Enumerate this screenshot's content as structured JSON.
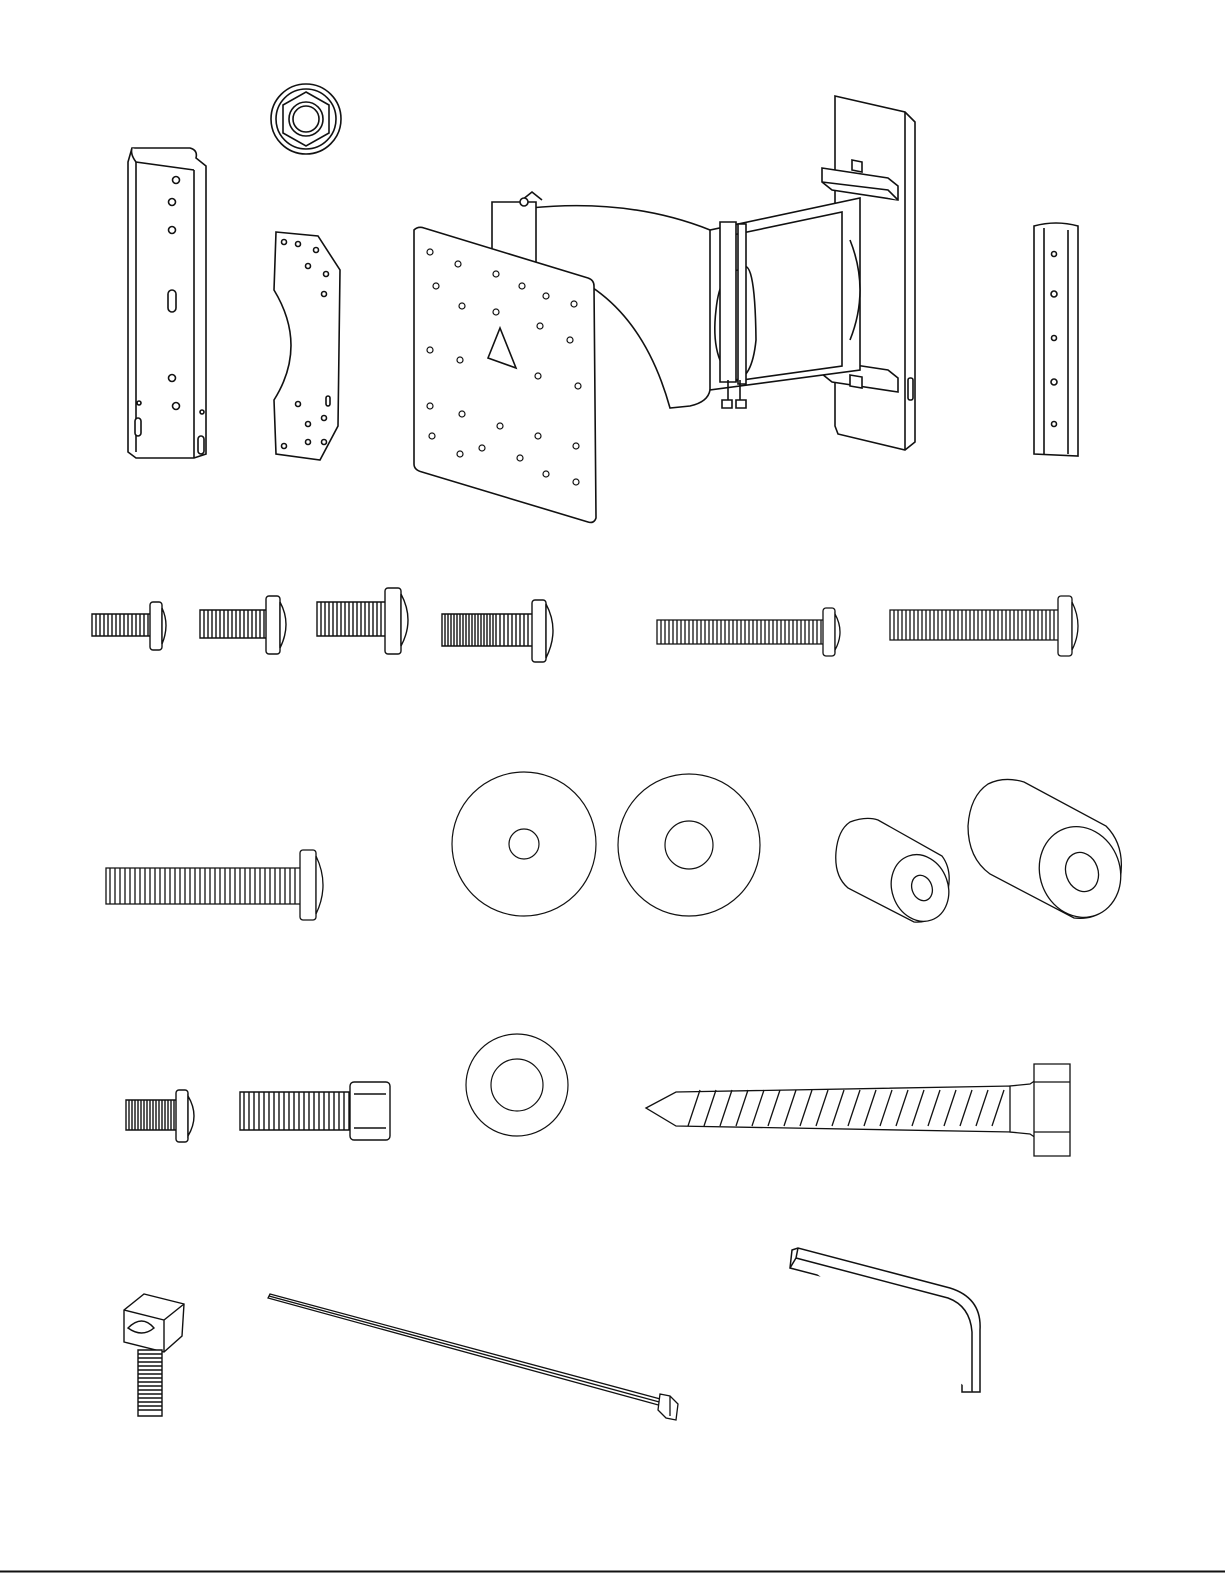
{
  "page": {
    "type": "hardware parts illustration",
    "background": "#ffffff",
    "ink": "#1a1a1a",
    "line_color": "#111111"
  },
  "rows": [
    {
      "row": 1,
      "parts": [
        "wall-bracket-left",
        "hex-nut-top",
        "adapter-plate",
        "swing-arm-mount",
        "wall-bracket-right"
      ]
    },
    {
      "row": 2,
      "parts": [
        "screw-short-a",
        "screw-short-b",
        "screw-medium-a",
        "screw-medium-b",
        "screw-long-a",
        "screw-long-b"
      ]
    },
    {
      "row": 3,
      "parts": [
        "screw-extra-long",
        "washer-small-hole",
        "washer-large-hole",
        "spacer-small",
        "spacer-large"
      ]
    },
    {
      "row": 4,
      "parts": [
        "screw-tiny",
        "socket-cap-screw",
        "flat-washer",
        "lag-bolt"
      ]
    },
    {
      "row": 5,
      "parts": [
        "cable-tie-head-bolt",
        "cable-tie",
        "hex-key"
      ]
    }
  ]
}
